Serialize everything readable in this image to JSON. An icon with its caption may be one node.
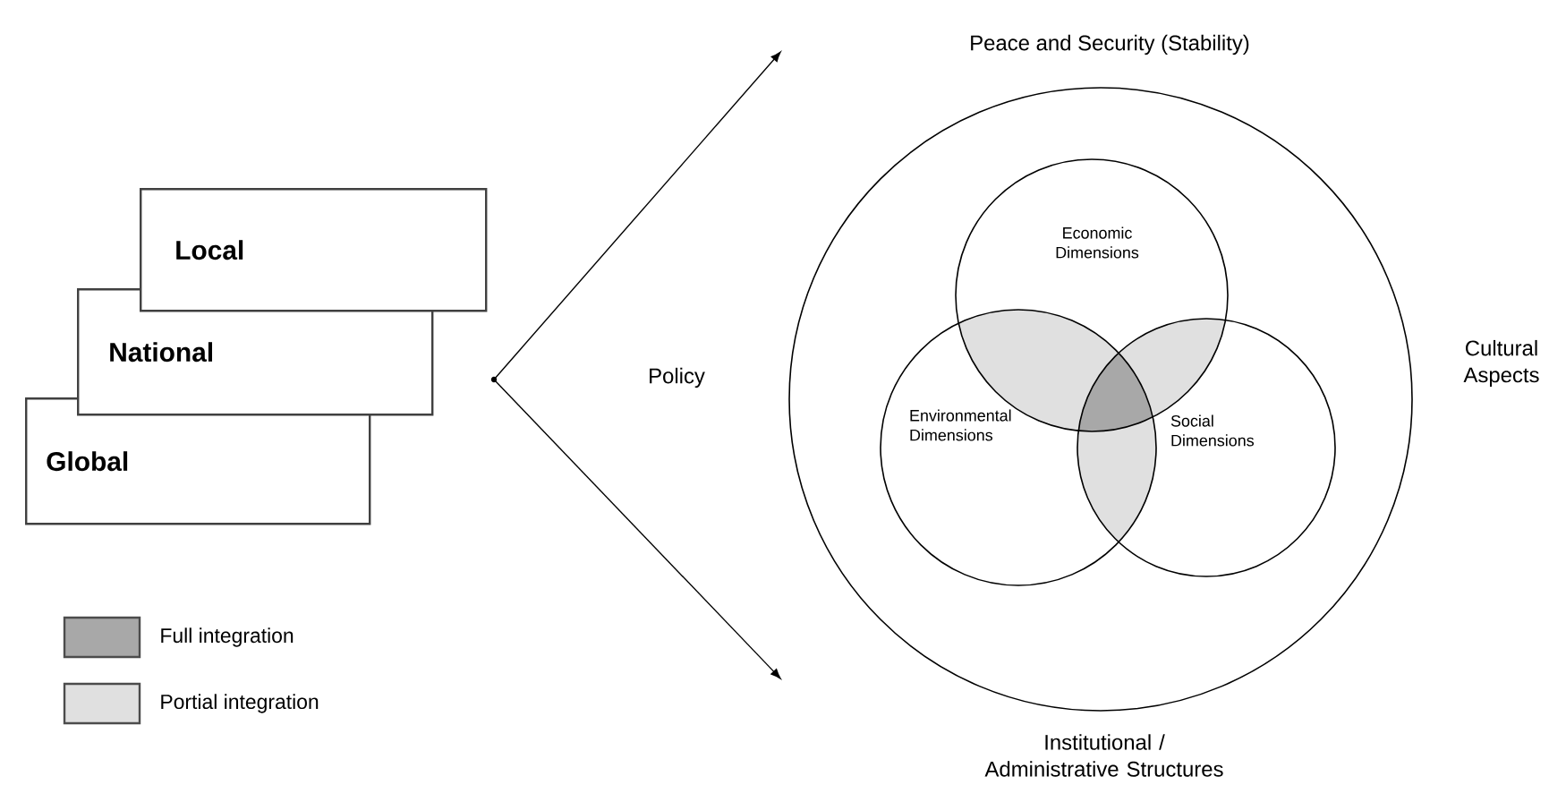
{
  "diagram": {
    "nodes": [
      {
        "text": [
          "Local"
        ]
      },
      {
        "text": [
          "National"
        ]
      },
      {
        "text": [
          "Global"
        ]
      },
      {
        "text": [],
        "shape": "circle"
      },
      {
        "text": [],
        "shape": "circle"
      },
      {
        "text": [
          "Economic Dimensions"
        ],
        "in": 4
      },
      {
        "text": [
          "Environmental Dimensions"
        ],
        "in": 4
      },
      {
        "text": [
          "Social Dimensions"
        ],
        "in": 4
      }
    ],
    "edges": [
      {
        "from": 3,
        "to": null,
        "arrow": "to"
      },
      {
        "from": 3,
        "to": null,
        "arrow": "to"
      }
    ],
    "labels": [
      "Policy",
      "Peace and Security (Stability)",
      "Cultural Aspects",
      "Institutional / Administrative Structures"
    ],
    "legend": [
      {
        "text": "Full integration",
        "color": "#a8a8a8"
      },
      {
        "text": "Portial integration",
        "color": "#e0e0e0"
      }
    ]
  }
}
